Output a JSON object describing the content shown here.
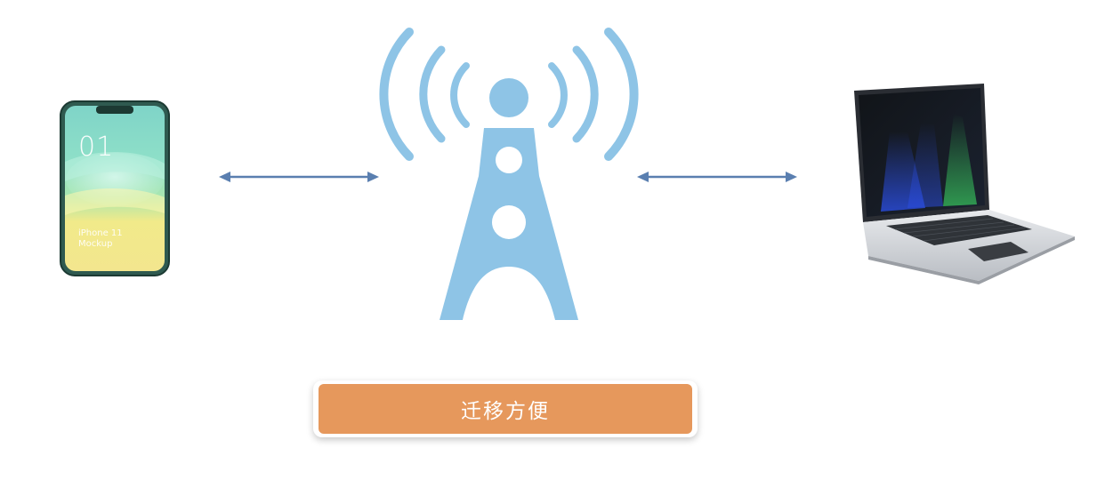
{
  "phone": {
    "screen_number": "01",
    "model_line1": "iPhone 11",
    "model_line2": "Mockup"
  },
  "tower": {
    "color": "#8ec4e6"
  },
  "arrows": {
    "color": "#5a7fb0"
  },
  "label": {
    "text": "迁移方便",
    "color": "#e6985c"
  }
}
